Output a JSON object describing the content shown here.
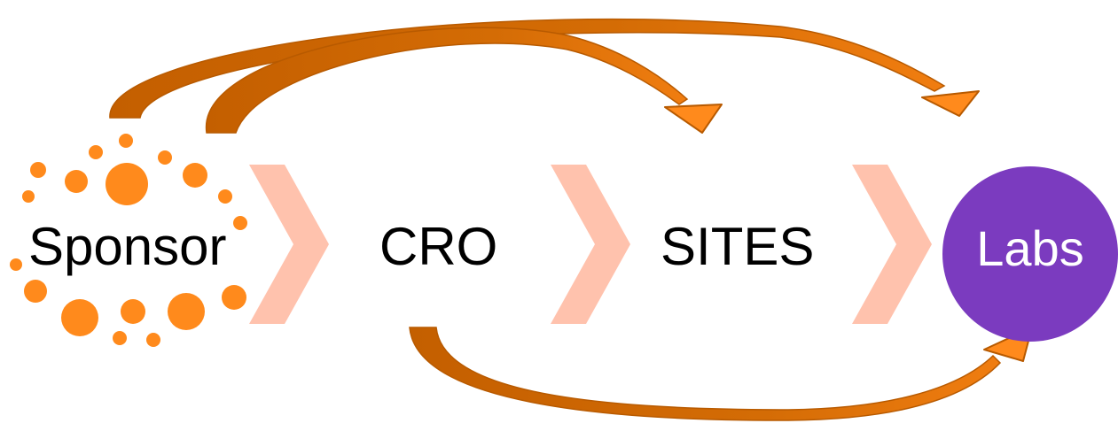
{
  "diagram": {
    "nodes": {
      "sponsor": "Sponsor",
      "cro": "CRO",
      "sites": "SITES",
      "labs": "Labs"
    },
    "edges": [
      {
        "from": "sponsor",
        "to": "cro",
        "style": "chevron"
      },
      {
        "from": "cro",
        "to": "sites",
        "style": "chevron"
      },
      {
        "from": "sites",
        "to": "labs",
        "style": "chevron"
      },
      {
        "from": "sponsor",
        "to": "sites",
        "style": "curved-arrow"
      },
      {
        "from": "sponsor",
        "to": "labs",
        "style": "curved-arrow"
      },
      {
        "from": "cro",
        "to": "labs",
        "style": "curved-arrow"
      }
    ]
  },
  "colors": {
    "chevron": "#ffc2ad",
    "arrow_fill": "#cc6600",
    "arrow_head": "#ff8a1c",
    "arrow_outline": "#b85a00",
    "sponsor_dots": "#ff8a1c",
    "labs_circle": "#7b3bbf",
    "labs_text": "#ffffff",
    "node_text": "#000000"
  }
}
